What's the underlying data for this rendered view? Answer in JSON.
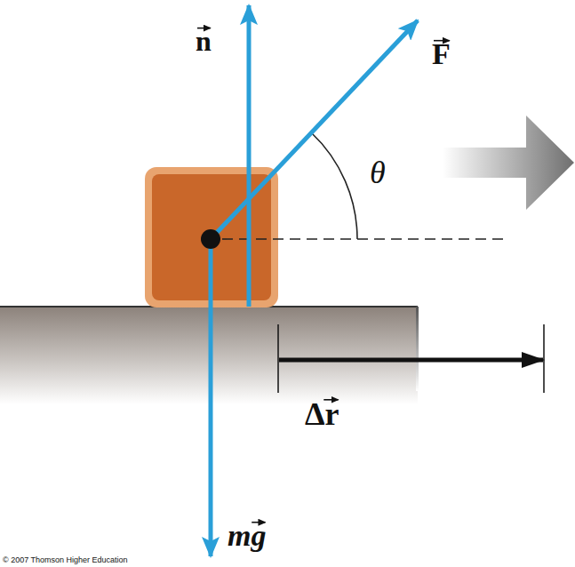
{
  "diagram": {
    "labels": [
      "n",
      "F",
      "θ",
      "Δr",
      "mg",
      "© 2007 Thomson Higher Education"
    ]
  }
}
